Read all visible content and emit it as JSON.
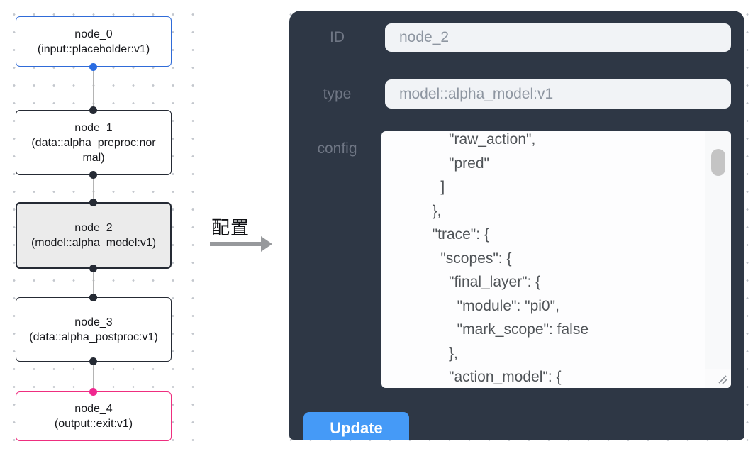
{
  "canvas": {
    "nodes": [
      {
        "title": "node_0",
        "subtitle": "(input::placeholder:v1)",
        "kind": "input",
        "selected": false
      },
      {
        "title": "node_1",
        "subtitle": "(data::alpha_preproc:normal)",
        "kind": "data",
        "selected": false
      },
      {
        "title": "node_2",
        "subtitle": "(model::alpha_model:v1)",
        "kind": "model",
        "selected": true
      },
      {
        "title": "node_3",
        "subtitle": "(data::alpha_postproc:v1)",
        "kind": "data",
        "selected": false
      },
      {
        "title": "node_4",
        "subtitle": "(output::exit:v1)",
        "kind": "output",
        "selected": false
      }
    ]
  },
  "arrow": {
    "label": "配置"
  },
  "panel": {
    "fields": {
      "id": {
        "label": "ID",
        "value": "node_2"
      },
      "type": {
        "label": "type",
        "value": "model::alpha_model:v1"
      },
      "config": {
        "label": "config",
        "value": "      \"raw_action\",\n      \"pred\"\n    ]\n  },\n  \"trace\": {\n    \"scopes\": {\n      \"final_layer\": {\n        \"module\": \"pi0\",\n        \"mark_scope\": false\n      },\n      \"action_model\": {"
      }
    },
    "update_button": "Update"
  },
  "colors": {
    "panel_bg": "#2e3745",
    "input_node_accent": "#2f6bd8",
    "output_node_accent": "#ee2e7f",
    "node_border": "#252a34",
    "selected_node_fill": "#ebebeb",
    "input_field_bg": "#f1f3f6",
    "update_button_bg": "#459af7",
    "edge_color": "#b4b4b4",
    "grid_dot_color": "#c3c7cd"
  }
}
